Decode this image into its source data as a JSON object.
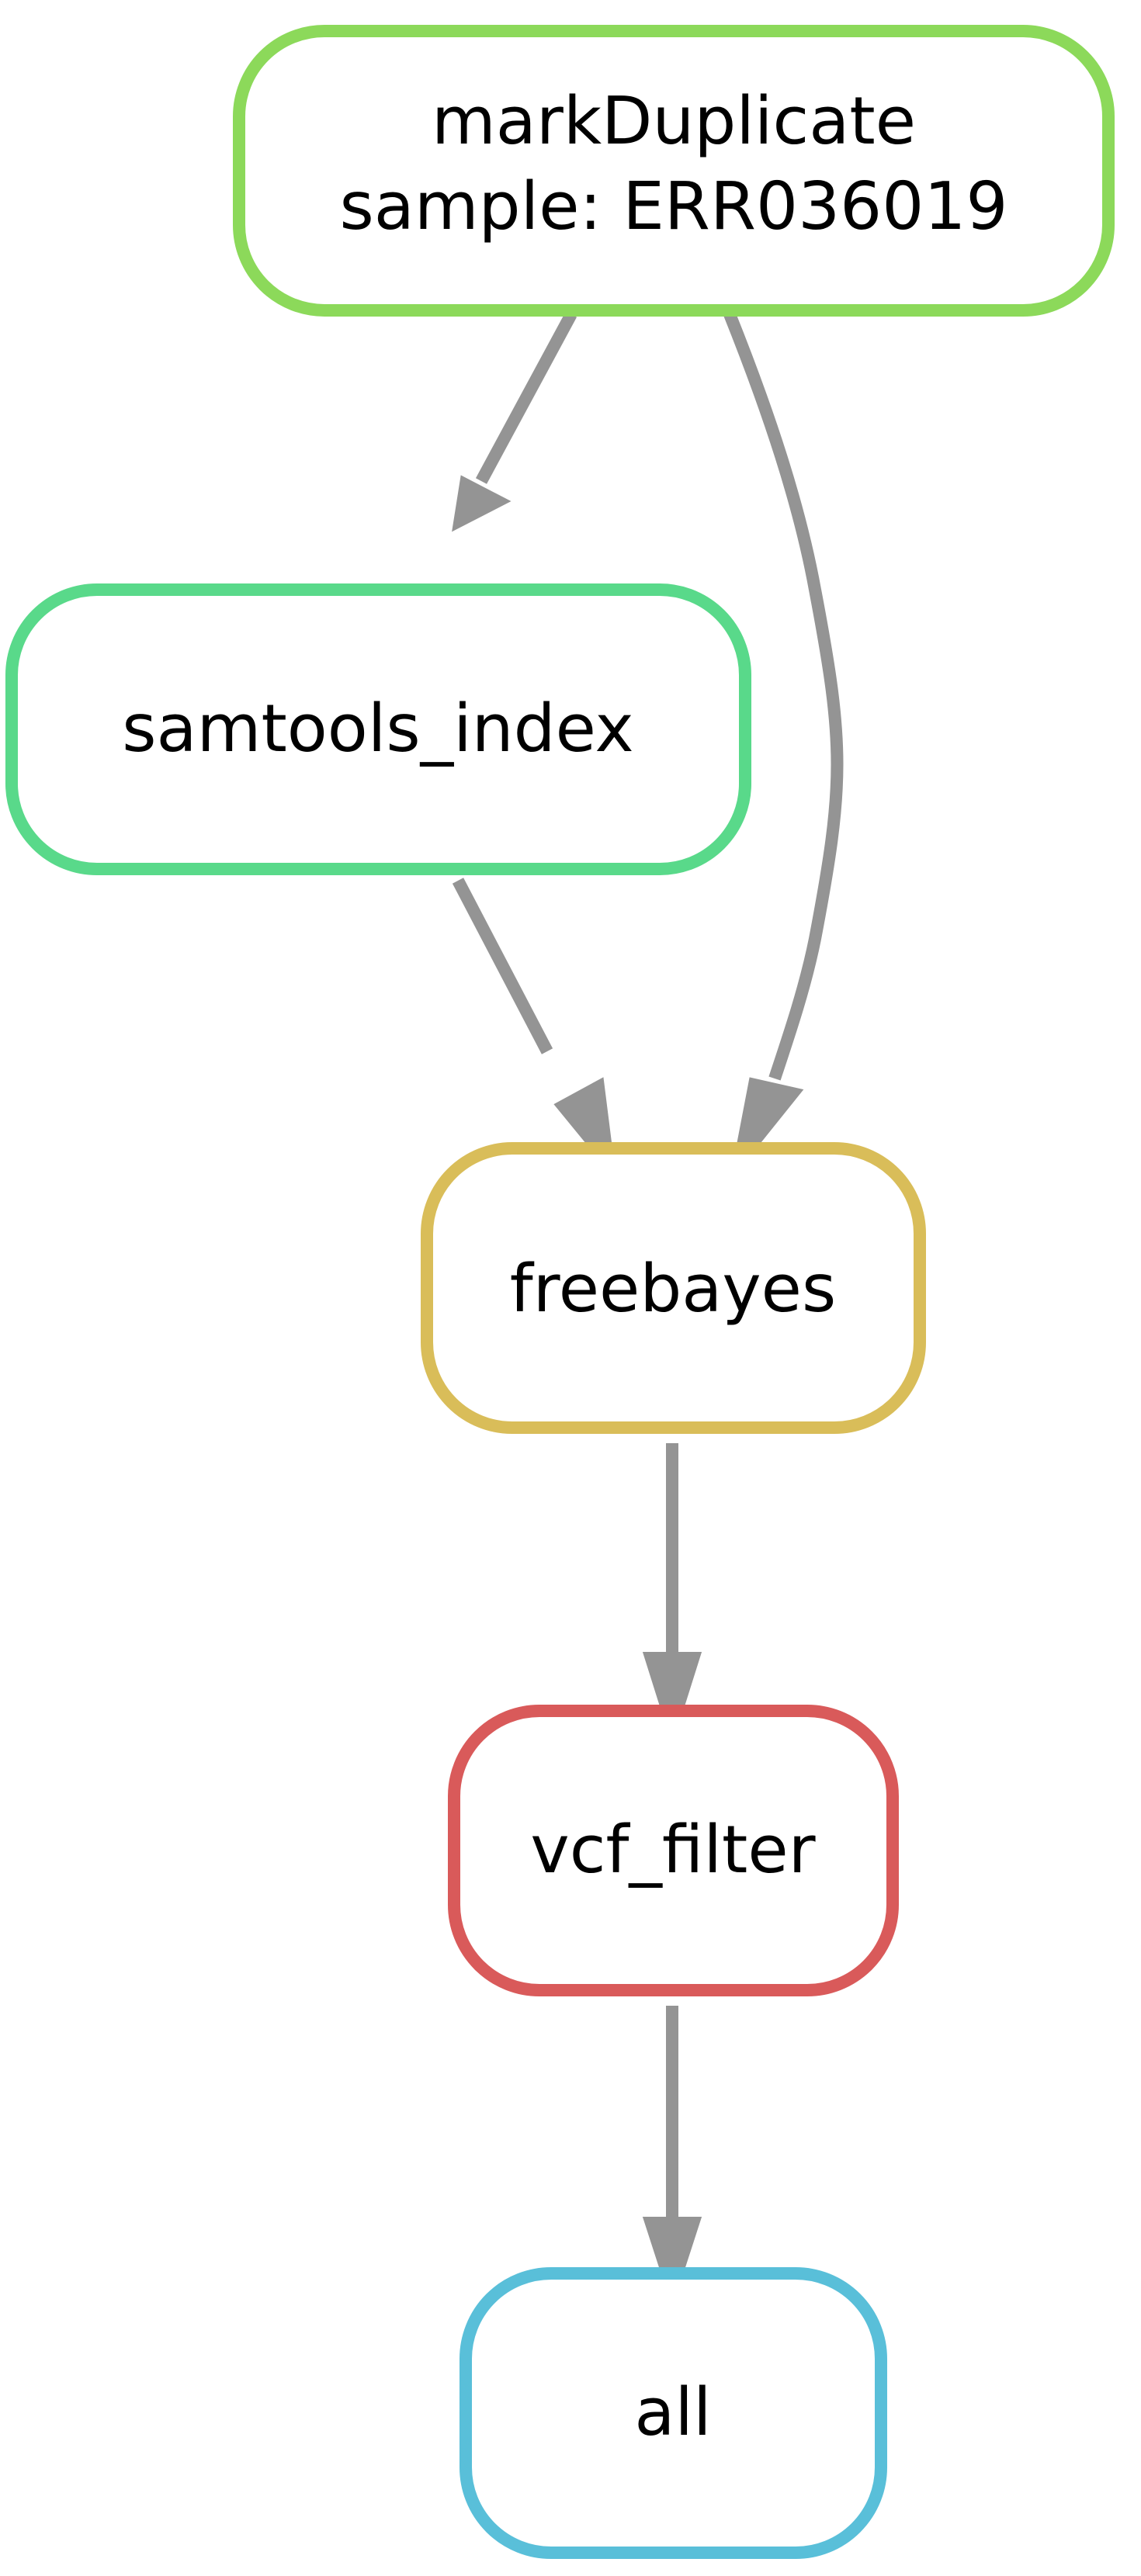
{
  "nodes": {
    "markDuplicate": {
      "line1": "markDuplicate",
      "line2": "sample: ERR036019",
      "color": "#8cd95a"
    },
    "samtools_index": {
      "label": "samtools_index",
      "color": "#59d98a"
    },
    "freebayes": {
      "label": "freebayes",
      "color": "#d9bd59"
    },
    "vcf_filter": {
      "label": "vcf_filter",
      "color": "#d95a5a"
    },
    "all": {
      "label": "all",
      "color": "#59bfd9"
    }
  },
  "edges": [
    {
      "from": "markDuplicate",
      "to": "samtools_index"
    },
    {
      "from": "markDuplicate",
      "to": "freebayes"
    },
    {
      "from": "samtools_index",
      "to": "freebayes"
    },
    {
      "from": "freebayes",
      "to": "vcf_filter"
    },
    {
      "from": "vcf_filter",
      "to": "all"
    }
  ],
  "edge_color": "#949494"
}
